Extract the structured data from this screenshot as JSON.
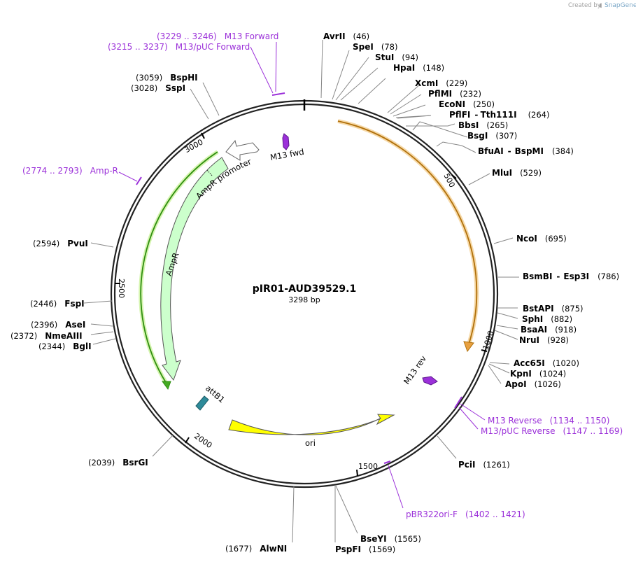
{
  "credit": {
    "prefix": "Created by",
    "brand": "SnapGene"
  },
  "plasmid": {
    "name": "pIR01-AUD39529.1",
    "size": "3298 bp"
  },
  "ticks": [
    {
      "label": "500",
      "bp": 500
    },
    {
      "label": "1000",
      "bp": 1000
    },
    {
      "label": "1500",
      "bp": 1500
    },
    {
      "label": "2000",
      "bp": 2000
    },
    {
      "label": "2500",
      "bp": 2500
    },
    {
      "label": "3000",
      "bp": 3000
    }
  ],
  "enzymes": [
    {
      "name": "AvrII",
      "pos": "(46)",
      "bp": 46
    },
    {
      "name": "SpeI",
      "pos": "(78)",
      "bp": 78
    },
    {
      "name": "StuI",
      "pos": "(94)",
      "bp": 94
    },
    {
      "name": "HpaI",
      "pos": "(148)",
      "bp": 148
    },
    {
      "name": "XcmI",
      "pos": "(229)",
      "bp": 229
    },
    {
      "name": "PflMI",
      "pos": "(232)",
      "bp": 232
    },
    {
      "name": "EcoNI",
      "pos": "(250)",
      "bp": 250
    },
    {
      "name": "PflFI",
      "name2": "Tth111I",
      "pos": "(264)",
      "bp": 264
    },
    {
      "name": "BbsI",
      "pos": "(265)",
      "bp": 265
    },
    {
      "name": "BsgI",
      "pos": "(307)",
      "bp": 307
    },
    {
      "name": "BfuAI",
      "name2": "BspMI",
      "pos": "(384)",
      "bp": 384
    },
    {
      "name": "MluI",
      "pos": "(529)",
      "bp": 529
    },
    {
      "name": "NcoI",
      "pos": "(695)",
      "bp": 695
    },
    {
      "name": "BsmBI",
      "name2": "Esp3I",
      "pos": "(786)",
      "bp": 786
    },
    {
      "name": "BstAPI",
      "pos": "(875)",
      "bp": 875
    },
    {
      "name": "SphI",
      "pos": "(882)",
      "bp": 882
    },
    {
      "name": "BsaAI",
      "pos": "(918)",
      "bp": 918
    },
    {
      "name": "NruI",
      "pos": "(928)",
      "bp": 928
    },
    {
      "name": "Acc65I",
      "pos": "(1020)",
      "bp": 1020
    },
    {
      "name": "KpnI",
      "pos": "(1024)",
      "bp": 1024
    },
    {
      "name": "ApoI",
      "pos": "(1026)",
      "bp": 1026
    },
    {
      "name": "PciI",
      "pos": "(1261)",
      "bp": 1261
    },
    {
      "name": "BseYI",
      "pos": "(1565)",
      "bp": 1565
    },
    {
      "name": "PspFI",
      "pos": "(1569)",
      "bp": 1569
    },
    {
      "name": "AlwNI",
      "pos": "(1677)",
      "bp": 1677
    },
    {
      "name": "BsrGI",
      "pos": "(2039)",
      "bp": 2039
    },
    {
      "name": "BglI",
      "pos": "(2344)",
      "bp": 2344
    },
    {
      "name": "NmeAIII",
      "pos": "(2372)",
      "bp": 2372
    },
    {
      "name": "AseI",
      "pos": "(2396)",
      "bp": 2396
    },
    {
      "name": "FspI",
      "pos": "(2446)",
      "bp": 2446
    },
    {
      "name": "PvuI",
      "pos": "(2594)",
      "bp": 2594
    },
    {
      "name": "SspI",
      "pos": "(3028)",
      "bp": 3028
    },
    {
      "name": "BspHI",
      "pos": "(3059)",
      "bp": 3059
    }
  ],
  "primers": [
    {
      "range": "(3229 .. 3246)",
      "name": "M13 Forward"
    },
    {
      "range": "(3215 .. 3237)",
      "name": "M13/pUC Forward"
    },
    {
      "range": "(2774 .. 2793)",
      "name": "Amp-R"
    },
    {
      "name": "M13 Reverse",
      "range": "(1134 .. 1150)"
    },
    {
      "name": "M13/pUC Reverse",
      "range": "(1147 .. 1169)"
    },
    {
      "name": "pBR322ori-F",
      "range": "(1402 .. 1421)"
    }
  ],
  "features": [
    {
      "name": "M13 fwd",
      "color": "#9b30d9"
    },
    {
      "name": "AmpR promoter",
      "color": "#ffffff"
    },
    {
      "name": "AmpR",
      "color": "#ccffcc"
    },
    {
      "name": "attB1",
      "color": "#2e8b9a"
    },
    {
      "name": "ori",
      "color": "#ffff00"
    },
    {
      "name": "M13 rev",
      "color": "#9b30d9"
    }
  ],
  "colors": {
    "primer": "#9b30d9",
    "orf_orange": "#e8a040",
    "orf_green": "#44aa22"
  }
}
